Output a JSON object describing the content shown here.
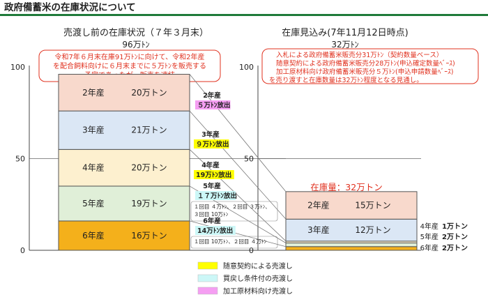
{
  "page": {
    "title": "政府備蓄米の在庫状況について"
  },
  "colors": {
    "title_bar": "#1f7a3a",
    "red_text": "#e0301e",
    "y2": "#f8d9cc",
    "y3": "#dbe7f5",
    "y4": "#fdf0cf",
    "y5": "#e0efd8",
    "y6": "#f4b01b",
    "hl_yellow": "#ffff00",
    "hl_cyan": "#ccf7f7",
    "hl_pink": "#f59ef2"
  },
  "chart_data": {
    "type": "bar",
    "ylim": [
      0,
      100
    ],
    "yticks": [
      "0",
      "50",
      "100"
    ],
    "unit": "万トン",
    "left": {
      "title": "売渡し前の在庫状況（７年３月末）",
      "total": "96万ﾄﾝ",
      "note_lines": [
        "令和7年６月末在庫91万ﾄﾝに向けて、令和2年産",
        "を配合飼料向けに６月末までに５万ﾄﾝを販売する",
        "予定であったが、販売を凍結"
      ],
      "segments": [
        {
          "label": "6年産",
          "value": 16,
          "value_label": "16万トン",
          "color": "#f4b01b"
        },
        {
          "label": "5年産",
          "value": 19,
          "value_label": "19万トン",
          "color": "#e0efd8"
        },
        {
          "label": "4年産",
          "value": 20,
          "value_label": "20万トン",
          "color": "#fdf0cf"
        },
        {
          "label": "3年産",
          "value": 21,
          "value_label": "21万トン",
          "color": "#dbe7f5"
        },
        {
          "label": "2年産",
          "value": 20,
          "value_label": "20万トン",
          "color": "#f8d9cc"
        }
      ]
    },
    "right": {
      "title": "在庫見込み(7年11月12日時点)",
      "total": "32万ﾄﾝ",
      "note_lines": [
        "入札による政府備蓄米販売分31万ﾄﾝ（契約数量ベース）",
        "随意契約による政府備蓄米販売分28万ﾄﾝ(申込確定数量ﾍﾞｰｽ)",
        "加工原材料向け政府備蓄米販売分５万ﾄﾝ(申込申請数量ﾍﾞｰｽ)",
        "を売り渡すと在庫数量は32万ﾄﾝ程度となる見通し。"
      ],
      "stock_label": "在庫量：32万トン",
      "segments": [
        {
          "label": "6年産",
          "value": 2,
          "value_label": "2万トン",
          "color": "#f4b01b",
          "outside": true
        },
        {
          "label": "5年産",
          "value": 2,
          "value_label": "2万トン",
          "color": "#e0efd8",
          "outside": true
        },
        {
          "label": "4年産",
          "value": 1,
          "value_label": "1万トン",
          "color": "#fdf0cf",
          "outside": true
        },
        {
          "label": "3年産",
          "value": 12,
          "value_label": "12万トン",
          "color": "#dbe7f5",
          "outside": false
        },
        {
          "label": "2年産",
          "value": 15,
          "value_label": "15万トン",
          "color": "#f8d9cc",
          "outside": false
        }
      ]
    },
    "releases": [
      {
        "year": "2年産",
        "amount": "５万ﾄﾝ放出",
        "highlight": "pink",
        "detail": ""
      },
      {
        "year": "3年産",
        "amount": "９万ﾄﾝ放出",
        "highlight": "yellow",
        "detail": ""
      },
      {
        "year": "4年産",
        "amount": "19万ﾄﾝ放出",
        "highlight": "yellow",
        "detail": ""
      },
      {
        "year": "5年産",
        "amount": "１７万ﾄﾝ放出",
        "highlight": "cyan",
        "detail_lines": [
          "１回目 ４万ﾄﾝ、２回目 ３万ﾄﾝ、",
          "３回目 10万ﾄﾝ"
        ]
      },
      {
        "year": "6年産",
        "amount": "14万ﾄﾝ放出",
        "highlight": "cyan",
        "detail_lines": [
          "１回目 10万ﾄﾝ、２回目 ４万ﾄﾝ"
        ]
      }
    ],
    "legend": [
      {
        "label": "随意契約による売渡し",
        "color": "#ffff00"
      },
      {
        "label": "買戻し条件付の売渡し",
        "color": "#ccf7f7"
      },
      {
        "label": "加工原材料向け売渡し",
        "color": "#f59ef2"
      }
    ]
  }
}
